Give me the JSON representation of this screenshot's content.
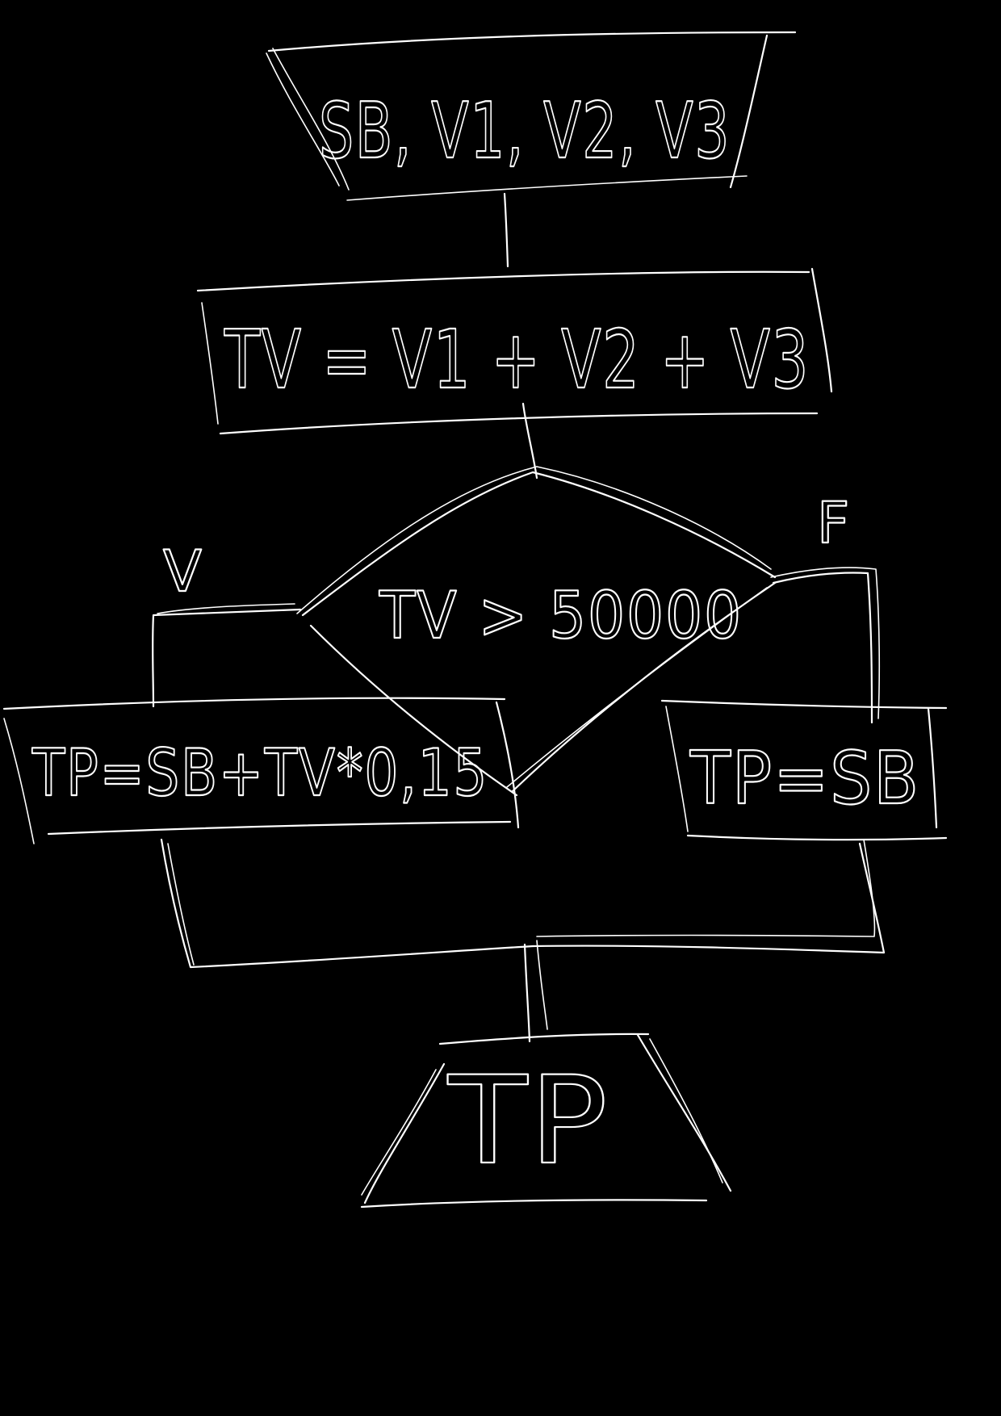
{
  "colors": {
    "background": "#000000",
    "ink": "#ffffff"
  },
  "flowchart": {
    "input_block": {
      "text": "SB, V1, V2, V3"
    },
    "process_block": {
      "text": "TV = V1 + V2 + V3"
    },
    "decision_block": {
      "text": "TV > 50000"
    },
    "true_label": "V",
    "false_label": "F",
    "true_branch": {
      "text": "TP=SB+TV*0,15"
    },
    "false_branch": {
      "text": "TP=SB"
    },
    "output_block": {
      "text": "TP"
    }
  }
}
